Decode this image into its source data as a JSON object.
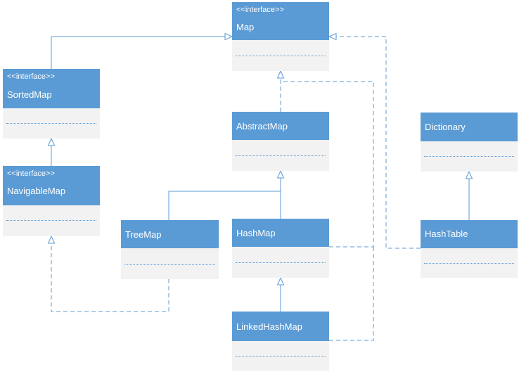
{
  "diagram": {
    "stereotype": "<<interface>>",
    "classes": {
      "map": "Map",
      "sorted_map": "SortedMap",
      "navigable_map": "NavigableMap",
      "abstract_map": "AbstractMap",
      "tree_map": "TreeMap",
      "hash_map": "HashMap",
      "linked_hash_map": "LinkedHashMap",
      "dictionary": "Dictionary",
      "hash_table": "HashTable"
    },
    "colors": {
      "header": "#5b9bd5",
      "body": "#f2f2f2",
      "line": "#5b9bd5"
    }
  }
}
